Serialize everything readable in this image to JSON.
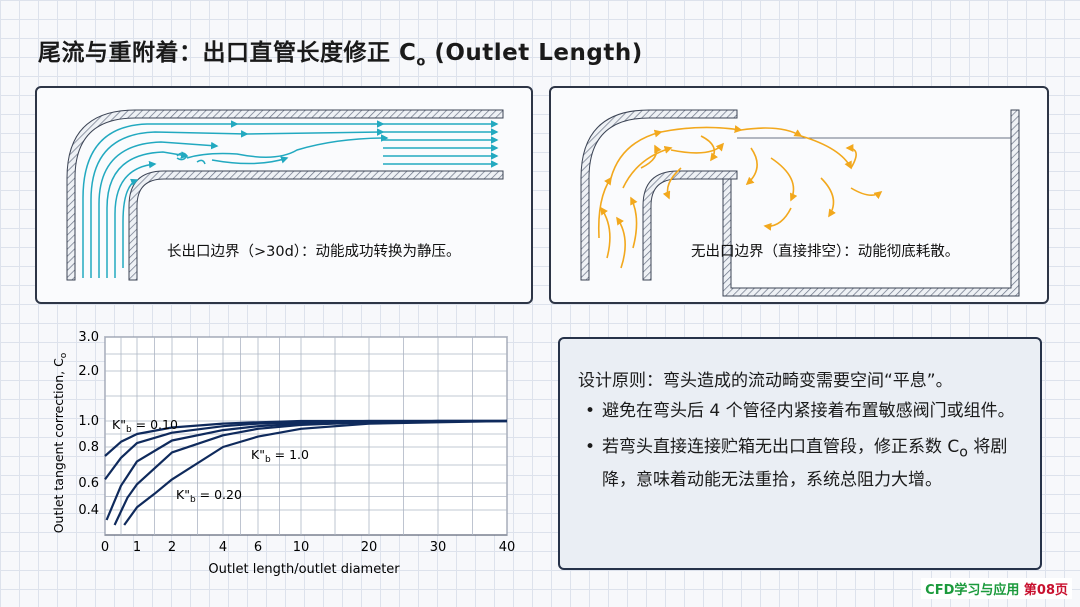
{
  "header": {
    "title_main": "尾流与重附着：出口直管长度修正 C",
    "title_sub": "o",
    "title_tail": " (Outlet Length)"
  },
  "left_panel": {
    "caption": "长出口边界（>30d）：动能成功转换为静压。"
  },
  "right_panel": {
    "caption": "无出口边界（直接排空）：动能彻底耗散。"
  },
  "colors": {
    "flow_cyan": "#22a9c0",
    "flow_orange": "#f2a81d",
    "panel_border": "#2d3546",
    "curve": "#0f2a5c"
  },
  "chart_data": {
    "type": "line",
    "xlabel": "Outlet length/outlet diameter",
    "ylabel": "Outlet tangent correction, C",
    "ylabel_sub": "o",
    "x_ticks": [
      "0",
      "1",
      "2",
      "4",
      "6",
      "10",
      "20",
      "30",
      "40"
    ],
    "y_ticks": [
      "0.4",
      "0.6",
      "0.8",
      "1.0",
      "2.0",
      "3.0"
    ],
    "grid": true,
    "series": [
      {
        "name": "K\"b = 0.10",
        "x": [
          0,
          0.5,
          1,
          2,
          4,
          6,
          10,
          20,
          30,
          40
        ],
        "y": [
          0.75,
          0.84,
          0.9,
          0.95,
          0.98,
          0.99,
          1.0,
          1.0,
          1.0,
          1.0
        ]
      },
      {
        "x": [
          0,
          0.5,
          1,
          2,
          4,
          6,
          10,
          20,
          30,
          40
        ],
        "y": [
          0.62,
          0.74,
          0.83,
          0.91,
          0.96,
          0.98,
          0.99,
          1.0,
          1.0,
          1.0
        ]
      },
      {
        "name": "K\"b = 1.0",
        "x": [
          0.05,
          0.5,
          1,
          2,
          4,
          6,
          10,
          20,
          30,
          40
        ],
        "y": [
          0.36,
          0.58,
          0.72,
          0.85,
          0.93,
          0.96,
          0.98,
          0.99,
          1.0,
          1.0
        ]
      },
      {
        "x": [
          0.3,
          0.7,
          1,
          2,
          4,
          6,
          10,
          20,
          30,
          40
        ],
        "y": [
          0.34,
          0.49,
          0.59,
          0.77,
          0.89,
          0.94,
          0.97,
          0.99,
          1.0,
          1.0
        ]
      },
      {
        "name": "K\"b = 0.20",
        "x": [
          0.6,
          1,
          1.5,
          2,
          4,
          6,
          10,
          20,
          30,
          40
        ],
        "y": [
          0.34,
          0.42,
          0.52,
          0.62,
          0.8,
          0.88,
          0.94,
          0.98,
          0.99,
          1.0
        ]
      }
    ],
    "labels": [
      {
        "main": "K\"",
        "sub": "b",
        "tail": " = 0.10"
      },
      {
        "main": "K\"",
        "sub": "b",
        "tail": " = 1.0"
      },
      {
        "main": "K\"",
        "sub": "b",
        "tail": " = 0.20"
      }
    ]
  },
  "notes": {
    "lead": "设计原则：弯头造成的流动畸变需要空间“平息”。",
    "bullet": "•",
    "item1": "避免在弯头后 4 个管径内紧接着布置敏感阀门或组件。",
    "item2_a": "若弯头直接连接贮箱无出口直管段，修正系数 C",
    "item2_sub": "o",
    "item2_b": " 将剧降，意味着动能无法重拾，系统总阻力大增。"
  },
  "footer": {
    "brand": "CFD学习与应用",
    "page": "第08页"
  }
}
